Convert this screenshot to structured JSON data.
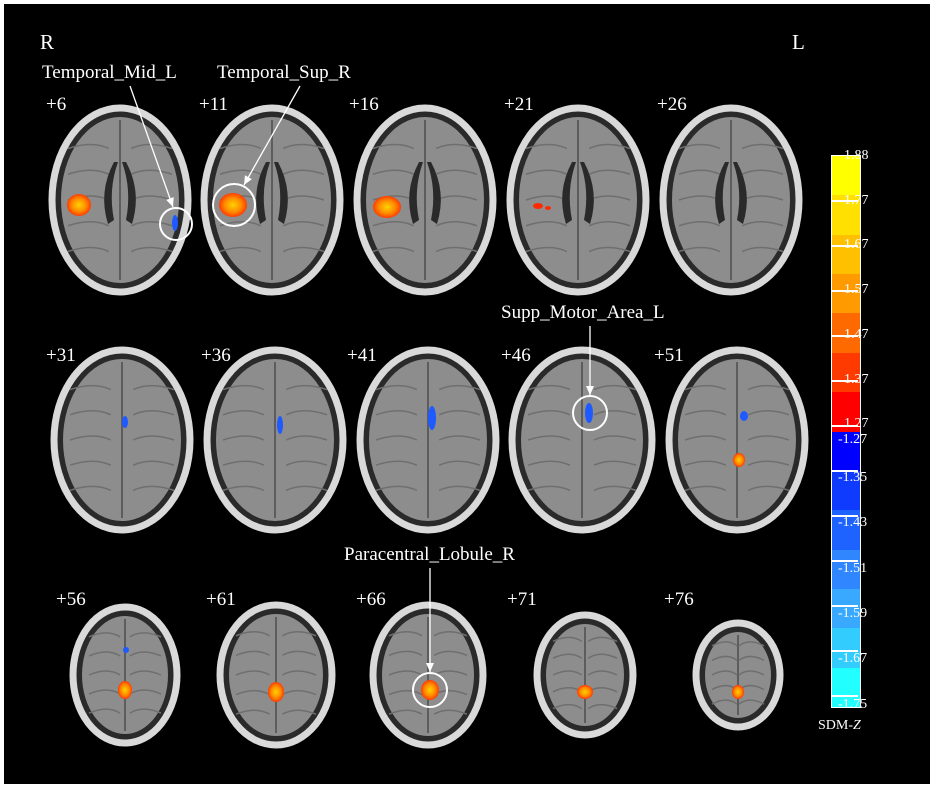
{
  "orientation": {
    "left_side": "R",
    "right_side": "L"
  },
  "rows": [
    {
      "slices": [
        "+6",
        "+11",
        "+16",
        "+21",
        "+26"
      ]
    },
    {
      "slices": [
        "+31",
        "+36",
        "+41",
        "+46",
        "+51"
      ]
    },
    {
      "slices": [
        "+56",
        "+61",
        "+66",
        "+71",
        "+76"
      ]
    }
  ],
  "annotations": [
    {
      "label": "Temporal_Mid_L"
    },
    {
      "label": "Temporal_Sup_R"
    },
    {
      "label": "Supp_Motor_Area_L"
    },
    {
      "label": "Paracentral_Lobule_R"
    }
  ],
  "colorbar": {
    "title_prefix": "SDM-",
    "title_italic": "Z",
    "labels": [
      "1.88",
      "1.77",
      "1.67",
      "1.57",
      "1.47",
      "1.37",
      "1.27",
      "-1.27",
      "-1.35",
      "-1.43",
      "-1.51",
      "-1.59",
      "-1.67",
      "-1.75"
    ],
    "positive_colors": [
      "#ffff00",
      "#ffe000",
      "#ffc000",
      "#ff9a00",
      "#ff6a00",
      "#ff3a00",
      "#ff0000"
    ],
    "negative_colors": [
      "#0000ff",
      "#0f3bff",
      "#1e62ff",
      "#2f86ff",
      "#39a8ff",
      "#33ccff",
      "#22ffff"
    ]
  },
  "colors": {
    "background": "#000000",
    "brain_gray": "#8d8d8d",
    "skull": "#d9d9d9",
    "activation_hot": "#ff8c00",
    "activation_cold": "#1e5aff"
  }
}
